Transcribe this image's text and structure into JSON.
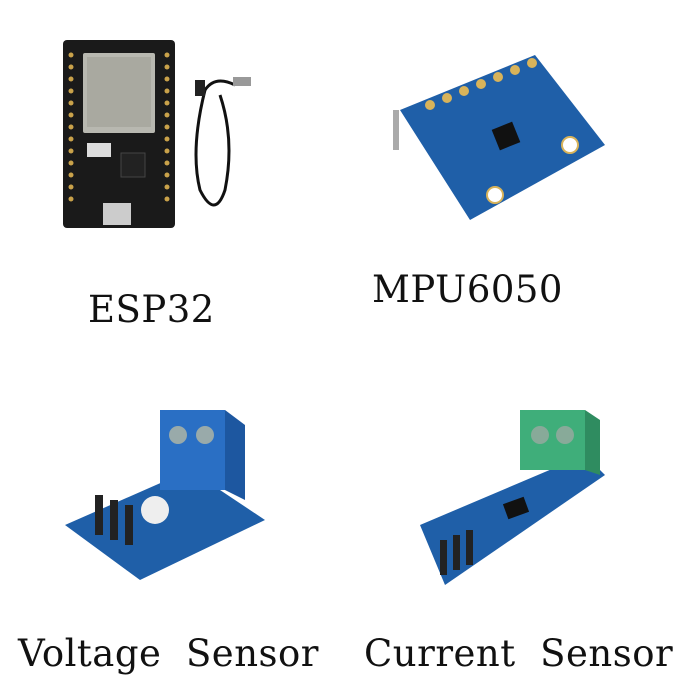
{
  "items": [
    {
      "label": "ESP32",
      "image": "esp32-board-with-usb-cable"
    },
    {
      "label": "MPU6050",
      "image": "mpu6050-gyro-accelerometer-module"
    },
    {
      "label": "Voltage  Sensor",
      "image": "voltage-sensor-module"
    },
    {
      "label": "Current  Sensor",
      "image": "current-sensor-module"
    }
  ],
  "colors": {
    "board_black": "#1a1a1a",
    "board_blue": "#1f5fa8",
    "terminal_blue": "#2a6fc4",
    "terminal_green": "#3fae7a"
  }
}
